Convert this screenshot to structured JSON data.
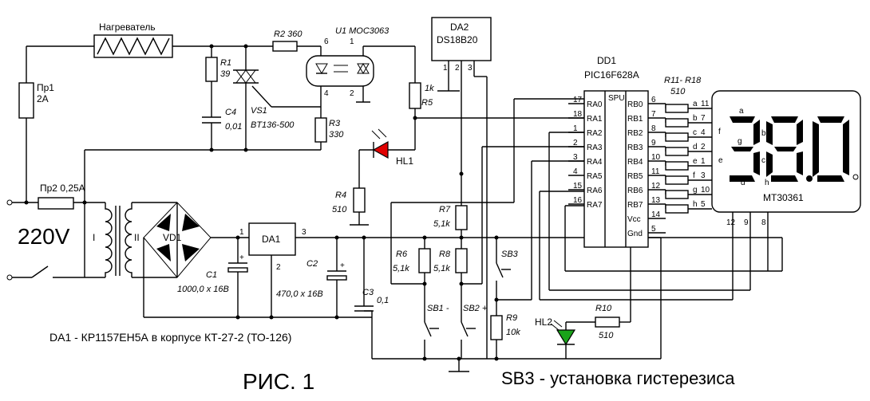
{
  "heater": {
    "label": "Нагреватель"
  },
  "fuse1": {
    "name": "Пр1",
    "rating": "2A"
  },
  "fuse2": {
    "name": "Пр2",
    "rating": "0,25A"
  },
  "mains": {
    "voltage": "220V"
  },
  "r1": {
    "name": "R1",
    "value": "39"
  },
  "r2": {
    "name": "R2",
    "value": "360"
  },
  "c4": {
    "name": "C4",
    "value": "0,01"
  },
  "vs1": {
    "name": "VS1",
    "value": "BT136-500"
  },
  "r3": {
    "name": "R3",
    "value": "330"
  },
  "u1": {
    "name": "U1",
    "part": "MOC3063",
    "pins": [
      "6",
      "1",
      "4",
      "2"
    ]
  },
  "da2": {
    "name": "DA2",
    "part": "DS18B20",
    "pins": [
      "1",
      "2",
      "3"
    ]
  },
  "r5": {
    "name": "R5",
    "value": "1k"
  },
  "hl1": {
    "name": "HL1"
  },
  "r4": {
    "name": "R4",
    "value": "510"
  },
  "transformer": {
    "primary": "I",
    "secondary": "II"
  },
  "vd1": {
    "name": "VD1"
  },
  "c1": {
    "name": "C1",
    "value": "1000,0 x 16B"
  },
  "da1": {
    "name": "DA1",
    "pins": [
      "1",
      "2",
      "3"
    ]
  },
  "c2": {
    "name": "C2",
    "value": "470,0 x 16B"
  },
  "c3": {
    "name": "C3",
    "value": "0,1"
  },
  "r6": {
    "name": "R6",
    "value": "5,1k"
  },
  "r7": {
    "name": "R7",
    "value": "5,1k"
  },
  "r8": {
    "name": "R8",
    "value": "5,1k"
  },
  "r9": {
    "name": "R9",
    "value": "10k"
  },
  "sb1": {
    "name": "SB1",
    "sign": "-"
  },
  "sb2": {
    "name": "SB2",
    "sign": "+"
  },
  "sb3": {
    "name": "SB3"
  },
  "hl2": {
    "name": "HL2"
  },
  "r10": {
    "name": "R10",
    "value": "510"
  },
  "dd1": {
    "name": "DD1",
    "part": "PIC16F628A",
    "spu": "SPU",
    "left_pins": [
      {
        "num": "17",
        "name": "RA0"
      },
      {
        "num": "18",
        "name": "RA1"
      },
      {
        "num": "1",
        "name": "RA2"
      },
      {
        "num": "2",
        "name": "RA3"
      },
      {
        "num": "3",
        "name": "RA4"
      },
      {
        "num": "4",
        "name": "RA5"
      },
      {
        "num": "15",
        "name": "RA6"
      },
      {
        "num": "16",
        "name": "RA7"
      }
    ],
    "right_pins": [
      {
        "num": "6",
        "name": "RB0"
      },
      {
        "num": "7",
        "name": "RB1"
      },
      {
        "num": "8",
        "name": "RB2"
      },
      {
        "num": "9",
        "name": "RB3"
      },
      {
        "num": "10",
        "name": "RB4"
      },
      {
        "num": "11",
        "name": "RB5"
      },
      {
        "num": "12",
        "name": "RB6"
      },
      {
        "num": "13",
        "name": "RB7"
      },
      {
        "num": "14",
        "name": "Vcc"
      },
      {
        "num": "5",
        "name": "Gnd"
      }
    ]
  },
  "r11_18": {
    "name": "R11- R18",
    "value": "510"
  },
  "segments": [
    {
      "seg": "a",
      "pin": "11"
    },
    {
      "seg": "b",
      "pin": "7"
    },
    {
      "seg": "c",
      "pin": "4"
    },
    {
      "seg": "d",
      "pin": "2"
    },
    {
      "seg": "e",
      "pin": "1"
    },
    {
      "seg": "f",
      "pin": "3"
    },
    {
      "seg": "g",
      "pin": "10"
    },
    {
      "seg": "h",
      "pin": "5"
    }
  ],
  "display": {
    "part": "MT30361",
    "digits": "38.0",
    "digit_labels": [
      "a",
      "b",
      "f",
      "g",
      "e",
      "c",
      "d",
      "h"
    ],
    "common_pins": [
      "12",
      "9",
      "8"
    ]
  },
  "notes": {
    "da1": "DA1 -  КР1157ЕН5А в корпусе КТ-27-2 (ТО-126)",
    "figure": "РИС. 1",
    "sb3": "SB3 - установка гистерезиса"
  }
}
